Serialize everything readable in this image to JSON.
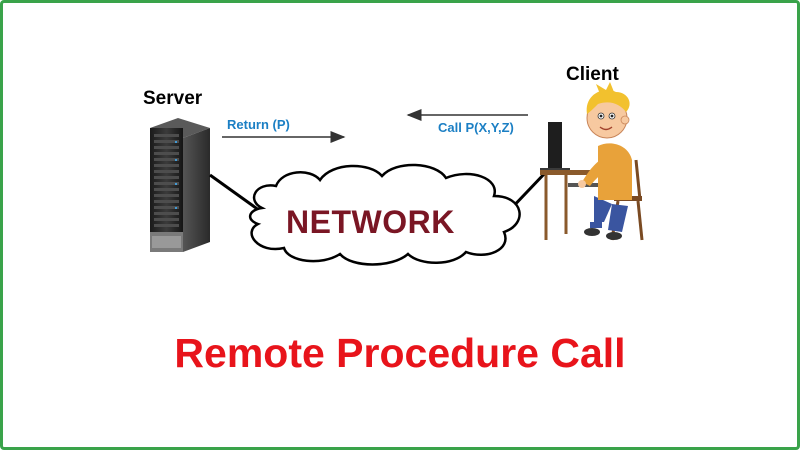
{
  "diagram": {
    "server_label": "Server",
    "client_label": "Client",
    "return_label": "Return (P)",
    "call_label": "Call P(X,Y,Z)",
    "network_label": "NETWORK",
    "title": "Remote Procedure Call"
  },
  "colors": {
    "frame_border": "#3aa34a",
    "arrow_label": "#1b7fc4",
    "network_text": "#7a1624",
    "title_text": "#e8141b",
    "server_body": "#2b2b2b",
    "shirt": "#e8a23a",
    "pants": "#3a55a0",
    "chair": "#7a4a22"
  }
}
